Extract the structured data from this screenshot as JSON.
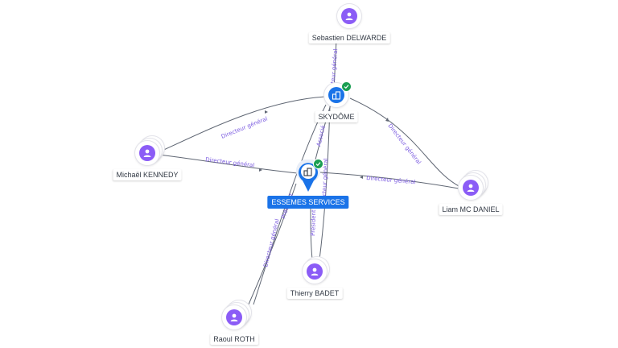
{
  "nodes": {
    "delwarde": {
      "label": "Sebastien DELWARDE",
      "kind": "person",
      "icon": "person-icon"
    },
    "skydome": {
      "label": "SKYDÔME",
      "kind": "company",
      "icon": "building-icon",
      "verified": true
    },
    "kennedy": {
      "label": "Michaël KENNEDY",
      "kind": "person",
      "icon": "person-icon"
    },
    "essemes": {
      "label": "ESSEMES SERVICES",
      "kind": "company-focus",
      "icon": "building-icon",
      "verified": true
    },
    "mcdaniel": {
      "label": "Liam MC DANIEL",
      "kind": "person",
      "icon": "person-icon"
    },
    "badet": {
      "label": "Thierry BADET",
      "kind": "person",
      "icon": "person-icon"
    },
    "roth": {
      "label": "Raoul ROTH",
      "kind": "person",
      "icon": "person-icon"
    }
  },
  "edges": [
    {
      "from": "delwarde",
      "to": "skydome",
      "label": "Directeur général"
    },
    {
      "from": "kennedy",
      "to": "skydome",
      "label": "Directeur général"
    },
    {
      "from": "kennedy",
      "to": "essemes",
      "label": "Directeur général"
    },
    {
      "from": "mcdaniel",
      "to": "skydome",
      "label": "Directeur général"
    },
    {
      "from": "mcdaniel",
      "to": "essemes",
      "label": "Directeur général"
    },
    {
      "from": "skydome",
      "to": "essemes",
      "label": "Associé"
    },
    {
      "from": "badet",
      "to": "essemes",
      "label": "Président"
    },
    {
      "from": "badet",
      "to": "skydome",
      "label": "Directeur général"
    },
    {
      "from": "roth",
      "to": "essemes",
      "label": "Directeur général"
    },
    {
      "from": "roth",
      "to": "skydome",
      "label": "Président"
    }
  ],
  "colors": {
    "person": "#8b5cf6",
    "company": "#1a73e8",
    "verified": "#1a9e52",
    "edge_label": "#7b5be0"
  }
}
